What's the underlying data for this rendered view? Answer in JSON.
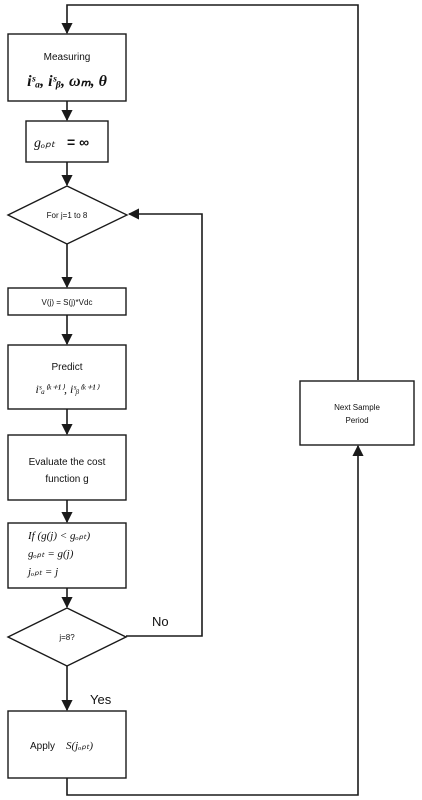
{
  "flowchart": {
    "measure": {
      "title": "Measuring",
      "vars": "iˢₐ, iˢᵦ, ωₘ, θ"
    },
    "init": {
      "lhs": "gₒₚₜ",
      "op": "= ∞"
    },
    "loop": {
      "label": "For j=1 to 8"
    },
    "voltage": {
      "label": "V(j) = S(j)*Vdc"
    },
    "predict": {
      "title": "Predict",
      "vars": "iˢₐ⁽ᵏ⁺¹⁾, iˢᵦ⁽ᵏ⁺¹⁾"
    },
    "evaluate": {
      "line1": "Evaluate the cost",
      "line2": "function g"
    },
    "compare": {
      "line1": "If (g(j) < gₒₚₜ)",
      "line2": "gₒₚₜ = g(j)",
      "line3": "jₒₚₜ = j"
    },
    "decision": {
      "label": "j=8?"
    },
    "no_label": "No",
    "yes_label": "Yes",
    "apply": {
      "text": "Apply",
      "expr": "S(jₒₚₜ)"
    },
    "next": {
      "line1": "Next Sample",
      "line2": "Period"
    }
  }
}
